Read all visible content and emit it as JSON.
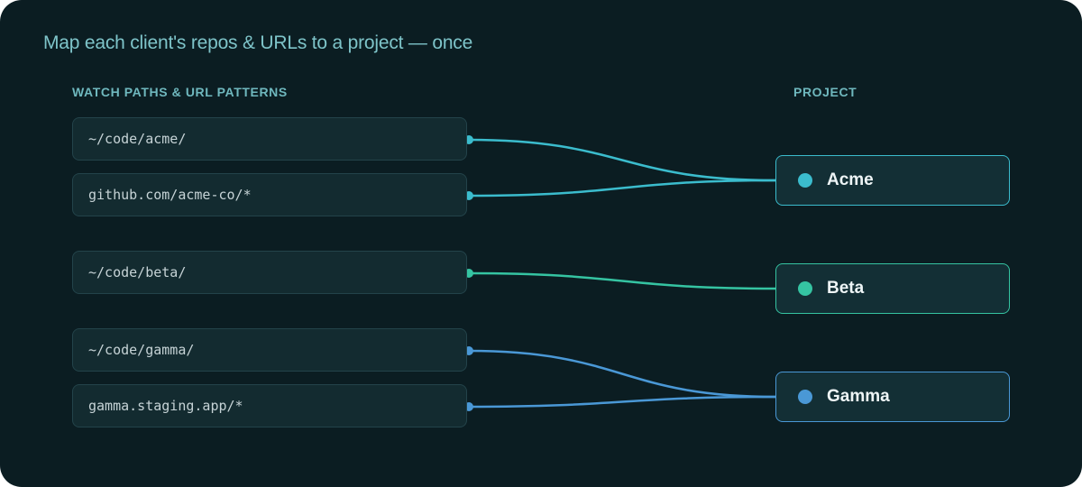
{
  "title": "Map each client's repos & URLs to a project — once",
  "headers": {
    "sources": "WATCH PATHS & URL PATTERNS",
    "projects": "PROJECT"
  },
  "sources": [
    {
      "label": "~/code/acme/",
      "project": "acme"
    },
    {
      "label": "github.com/acme-co/*",
      "project": "acme"
    },
    {
      "label": "~/code/beta/",
      "project": "beta"
    },
    {
      "label": "~/code/gamma/",
      "project": "gamma"
    },
    {
      "label": "gamma.staging.app/*",
      "project": "gamma"
    }
  ],
  "projects": [
    {
      "id": "acme",
      "label": "Acme",
      "color": "#3bbccd"
    },
    {
      "id": "beta",
      "label": "Beta",
      "color": "#35c4a2"
    },
    {
      "id": "gamma",
      "label": "Gamma",
      "color": "#4a98d6"
    }
  ]
}
